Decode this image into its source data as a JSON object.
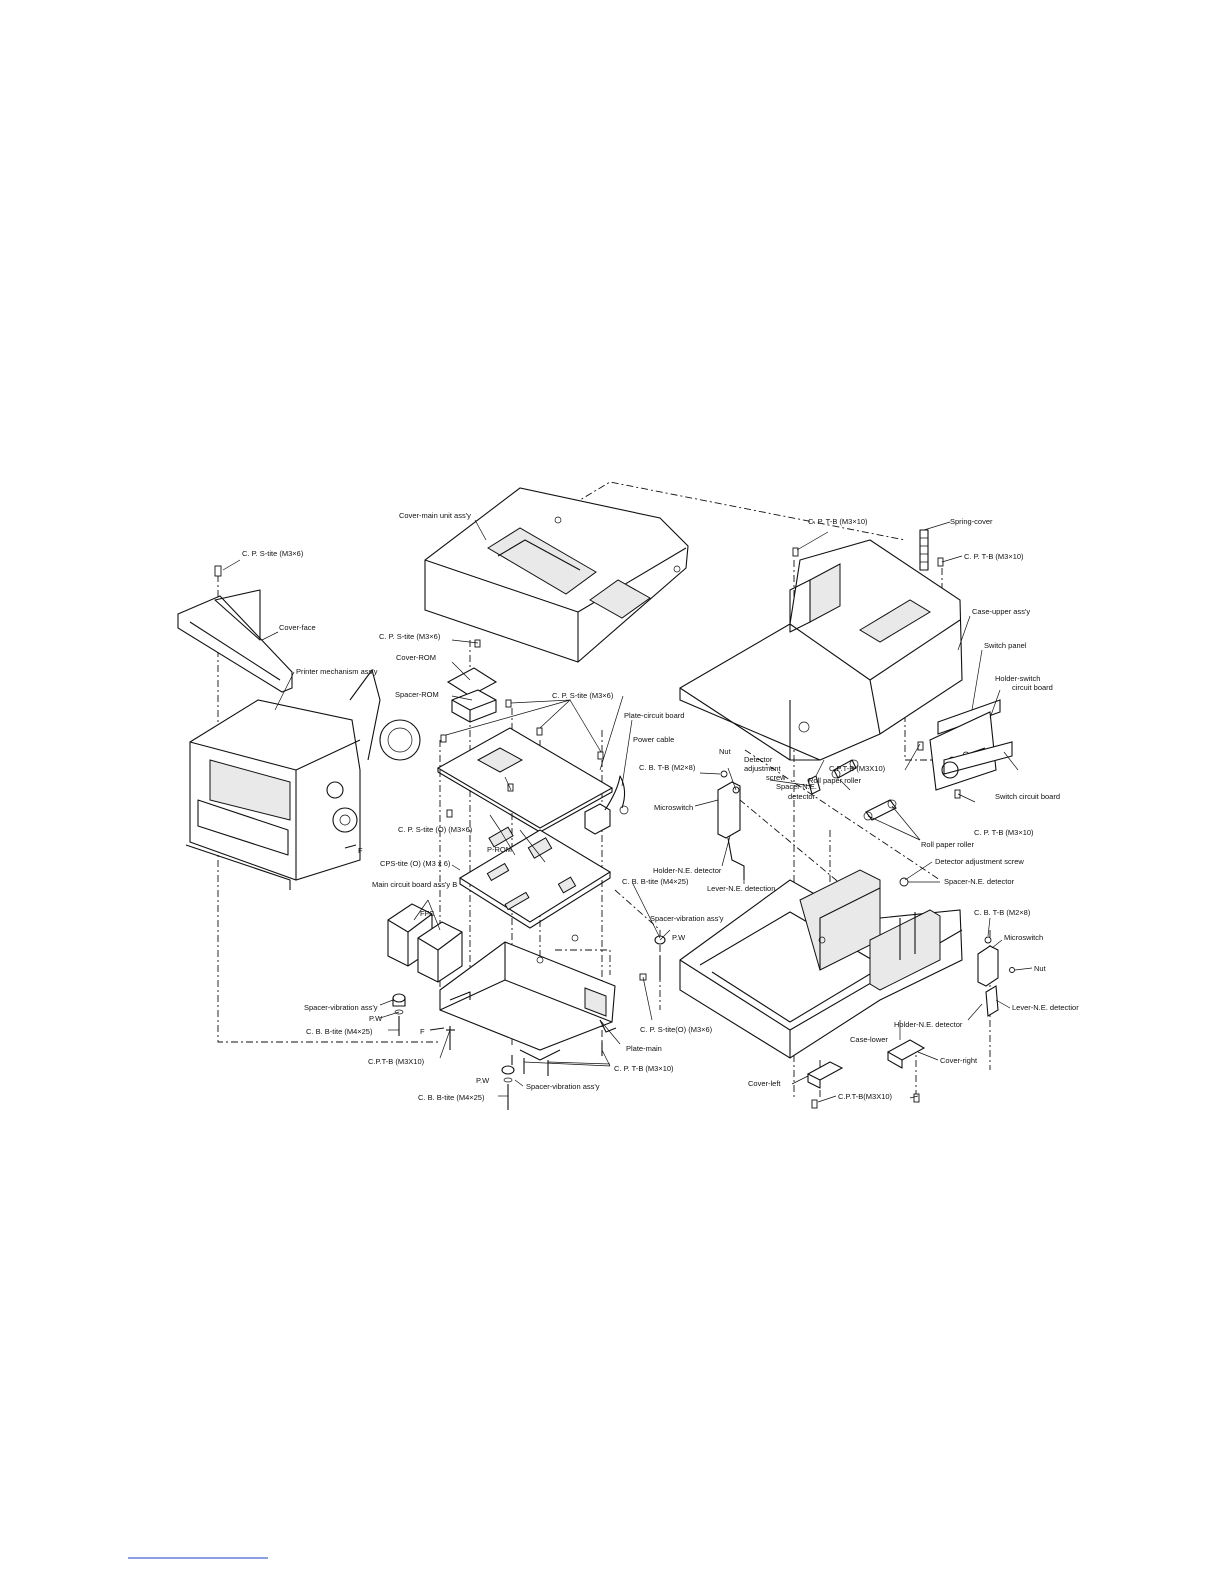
{
  "labels": {
    "cover_main_unit": "Cover-main unit ass'y",
    "cp_s_tite_top_left": "C. P. S-tite (M3×6)",
    "cover_face": "Cover-face",
    "printer_mechanism": "Printer mechanism ass'y",
    "cp_s_tite_rom": "C. P. S-tite (M3×6)",
    "cover_rom": "Cover-ROM",
    "spacer_rom": "Spacer-ROM",
    "cp_s_tite_board": "C. P. S-tite (M3×6)",
    "plate_circuit_board": "Plate-circuit board",
    "power_cable": "Power cable",
    "cp_s_tite_o": "C. P. S-tite (O) (M3×6)",
    "p_rom": "P-ROM",
    "cps_tite_o": "CPS-tite (O) (M3 x 6)",
    "main_circuit_board": "Main circuit board ass'y B",
    "ffc": "FFC",
    "f_mark_1": "F",
    "f_mark_2": "F",
    "spacer_vibration_left": "Spacer-vibration ass'y",
    "pw_left": "P.W",
    "cb_b_tite_left": "C. B. B-tite (M4×25)",
    "cpt_b_left": "C.P.T-B (M3X10)",
    "cb_b_tite_mid": "C. B. B-tite (M4×25)",
    "spacer_vibration_mid": "Spacer-vibration ass'y",
    "pw_mid": "P.W",
    "cp_s_tite_o_plate": "C. P. S-tite(O) (M3×6)",
    "plate_main": "Plate-main",
    "cp_t_b_plate": "C. P. T-B (M3×10)",
    "pw_bottom": "P.W",
    "spacer_vibration_bottom": "Spacer-vibration ass'y",
    "cb_b_tite_bottom": "C. B. B-tite (M4×25)",
    "cp_t_b_top": "C. P. T-B (M3×10)",
    "spring_cover": "Spring-cover",
    "cp_t_b_right": "C. P. T-B (M3×10)",
    "case_upper": "Case-upper ass'y",
    "switch_panel": "Switch panel",
    "holder_switch": "Holder-switch",
    "holder_switch_2": "circuit board",
    "nut_top": "Nut",
    "detector_adj_1": "Detector",
    "detector_adj_2": "adjustment",
    "detector_adj_3": "screw",
    "spacer_ne_1": "Spacer-N.E.",
    "spacer_ne_2": "detector",
    "roll_paper_roller_1": "Roll paper roller",
    "cb_t_b_top": "C. B. T-B (M2×8)",
    "microswitch_top": "Microswitch",
    "holder_ne_top": "Holder-N.E. detector",
    "lever_ne_top": "Lever-N.E. detection",
    "cpt_b_switch": "C.P.T-B (M3X10)",
    "switch_circuit_board": "Switch circuit board",
    "cp_t_b_switch": "C. P. T-B (M3×10)",
    "roll_paper_roller_2": "Roll paper roller",
    "detector_adj_screw": "Detector adjustment screw",
    "spacer_ne_right": "Spacer-N.E. detector",
    "cb_t_b_right": "C. B. T-B (M2×8)",
    "microswitch_right": "Microswitch",
    "nut_right": "Nut",
    "lever_ne_right": "Lever-N.E. detectior",
    "holder_ne_right": "Holder-N.E. detector",
    "case_lower": "Case-lower",
    "cover_right": "Cover-right",
    "cover_left": "Cover-left",
    "cpt_b_bottom": "C.P.T-B(M3X10)"
  }
}
